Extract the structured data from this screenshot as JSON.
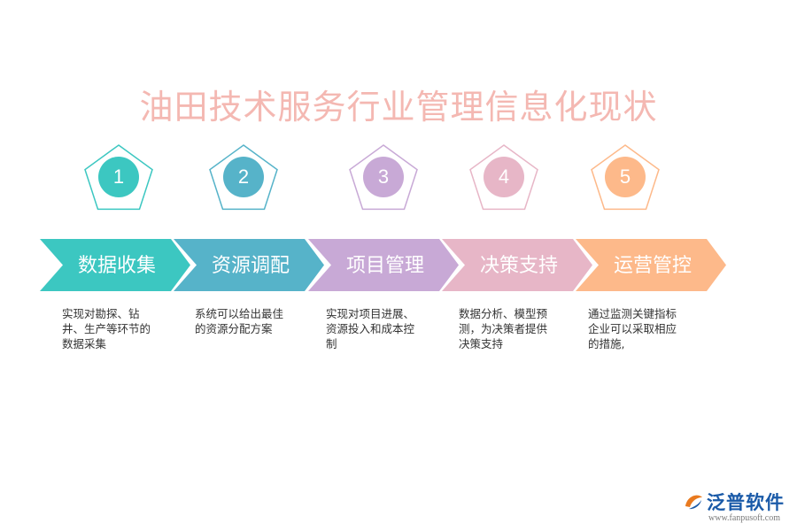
{
  "title": "油田技术服务行业管理信息化现状",
  "steps": [
    {
      "num": "1",
      "label": "数据收集",
      "desc": "实现对勘探、钻井、生产等环节的数据采集",
      "color": "#3cc7c1",
      "ring": "#3cc7c1"
    },
    {
      "num": "2",
      "label": "资源调配",
      "desc": "系统可以给出最佳的资源分配方案",
      "color": "#56b3c9",
      "ring": "#56b3c9"
    },
    {
      "num": "3",
      "label": "项目管理",
      "desc": "实现对项目进展、资源投入和成本控制",
      "color": "#c8a9d6",
      "ring": "#c8a9d6"
    },
    {
      "num": "4",
      "label": "决策支持",
      "desc": "数据分析、模型预测，为决策者提供决策支持",
      "color": "#e7b6c7",
      "ring": "#e7b6c7"
    },
    {
      "num": "5",
      "label": "运营管控",
      "desc": "通过监测关键指标企业可以采取相应的措施,",
      "color": "#fdb98a",
      "ring": "#fdb98a"
    }
  ],
  "logo": {
    "name": "泛普软件",
    "url": "www.fanpusoft.com"
  }
}
